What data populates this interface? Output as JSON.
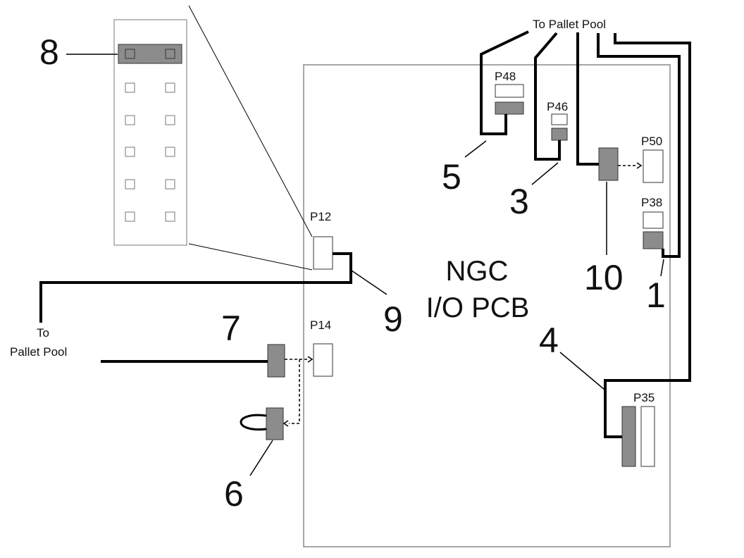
{
  "board": {
    "title_line1": "NGC",
    "title_line2": "I/O PCB"
  },
  "connectors": {
    "p48": "P48",
    "p46": "P46",
    "p50": "P50",
    "p38": "P38",
    "p12": "P12",
    "p14": "P14",
    "p35": "P35"
  },
  "callouts": {
    "c1": "1",
    "c3": "3",
    "c4": "4",
    "c5": "5",
    "c6": "6",
    "c7": "7",
    "c8": "8",
    "c9": "9",
    "c10": "10"
  },
  "cable_labels": {
    "to_pallet_pool_top": "To Pallet Pool",
    "to_line": "To",
    "pallet_pool_line": "Pallet Pool"
  },
  "colors": {
    "board_outline": "#a6a6a6",
    "plug_fill": "#8c8c8c",
    "cable": "#000000"
  }
}
